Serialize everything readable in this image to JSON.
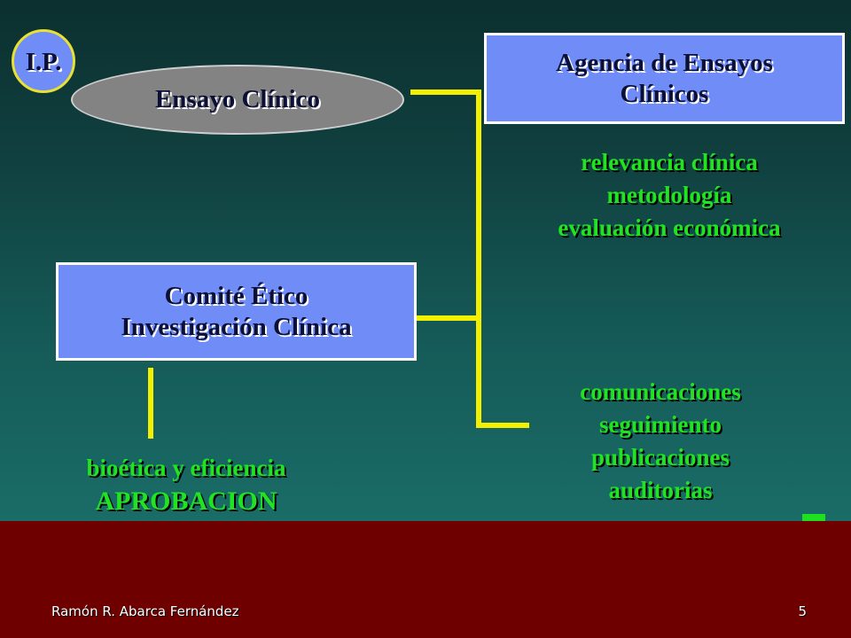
{
  "badge": {
    "label": "I.P."
  },
  "ensayo": {
    "label": "Ensayo Clínico"
  },
  "agencia": {
    "line1": "Agencia de Ensayos",
    "line2": "Clínicos"
  },
  "agencia_topics": [
    "relevancia clínica",
    "metodología",
    "evaluación económica"
  ],
  "comite": {
    "line1": "Comité Ético",
    "line2": "Investigación Clínica"
  },
  "seguimiento_topics": [
    "comunicaciones",
    "seguimiento",
    "publicaciones",
    "auditorias"
  ],
  "comite_topics": [
    "bioética y eficiencia",
    "APROBACION"
  ],
  "footer": {
    "author": "Ramón R. Abarca Fernández",
    "page": "5"
  },
  "colors": {
    "background_top": "#0c2f2f",
    "background_bottom": "#1a6c67",
    "footer": "#6e0000",
    "box_fill": "#6f8cf7",
    "connector": "#f2f000",
    "highlight_text": "#21e321"
  }
}
